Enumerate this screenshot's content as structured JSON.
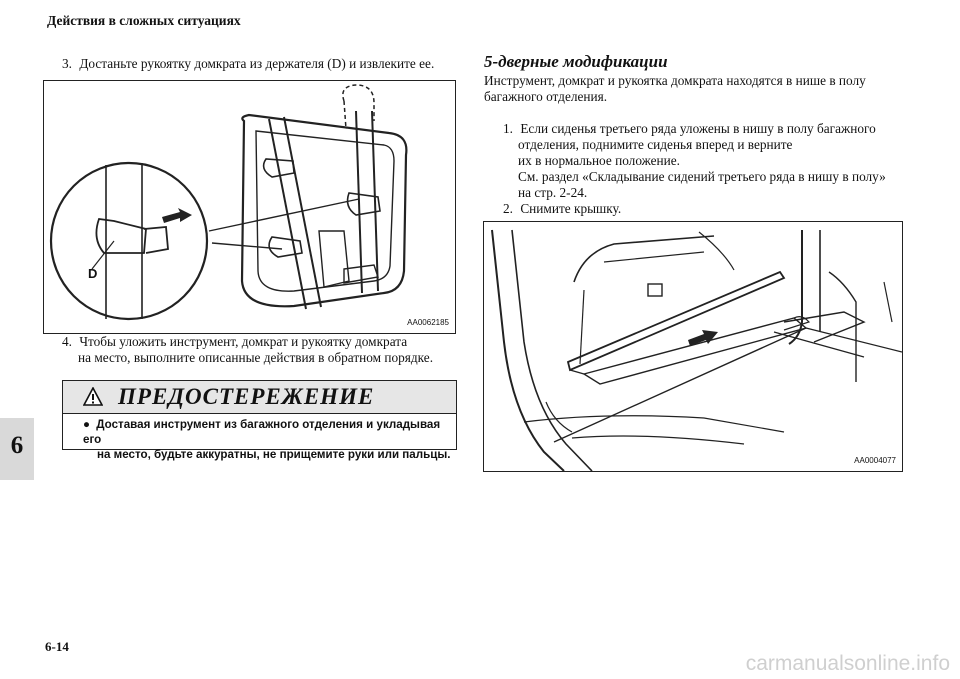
{
  "header": {
    "title": "Действия в сложных ситуациях"
  },
  "page_number": "6-14",
  "chapter_tab": "6",
  "left": {
    "step3": {
      "num": "3.",
      "text": "Достаньте рукоятку домкрата из держателя (D) и извлеките ее."
    },
    "figure1": {
      "code": "AA0062185",
      "label_d": "D"
    },
    "step4": {
      "num": "4.",
      "line1": "Чтобы уложить инструмент, домкрат и рукоятку домкрата",
      "line2": "на место, выполните описанные действия в обратном порядке."
    },
    "warning": {
      "title": "ПРЕДОСТЕРЕЖЕНИЕ",
      "bullet": "●",
      "line1": "Доставая инструмент из багажного отделения и укладывая его",
      "line2": "на место, будьте аккуратны, не прищемите руки или пальцы."
    }
  },
  "right": {
    "section_title": "5-дверные модификации",
    "intro_line1": "Инструмент, домкрат и рукоятка домкрата находятся в нише в полу",
    "intro_line2": "багажного отделения.",
    "step1": {
      "num": "1.",
      "line1": "Если сиденья третьего ряда уложены в нишу в полу багажного",
      "line2": "отделения, поднимите сиденья вперед и верните",
      "line3": "их в нормальное положение.",
      "line4": "См. раздел «Складывание сидений третьего ряда в нишу в полу»",
      "line5": "на стр. 2-24."
    },
    "step2": {
      "num": "2.",
      "text": "Снимите крышку."
    },
    "figure2": {
      "code": "AA0004077"
    }
  },
  "watermark": "carmanualsonline.info"
}
